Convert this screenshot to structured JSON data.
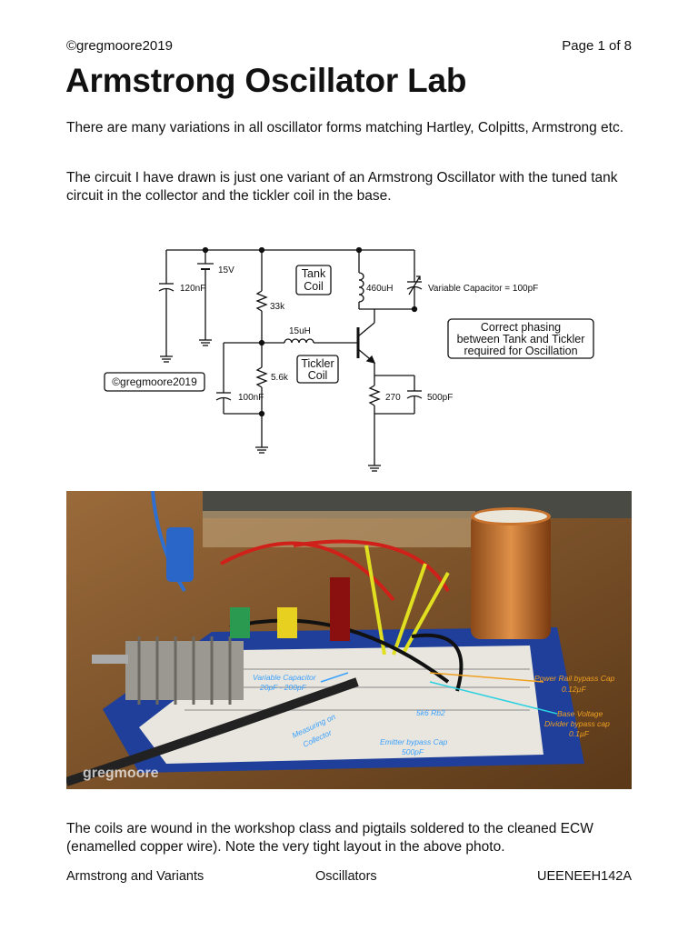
{
  "header": {
    "copyright": "©gregmoore2019",
    "page": "Page 1 of 8"
  },
  "title": "Armstrong Oscillator Lab",
  "intro": {
    "p1": "There are many variations in all oscillator forms matching Hartley, Colpitts, Armstrong etc.",
    "p2": "The circuit I have drawn is just one variant of an Armstrong Oscillator with the tuned tank circuit in the collector and the tickler coil in the base."
  },
  "schematic": {
    "supply": "15V",
    "c_supply": "120nF",
    "r_top": "33k",
    "r_bottom": "5.6k",
    "c_base": "100nF",
    "tickler_inductance": "15uH",
    "tank_inductance": "460uH",
    "variable_cap": "Variable Capacitor = 100pF",
    "r_emitter": "270",
    "c_emitter": "500pF",
    "tank_label": [
      "Tank",
      "Coil"
    ],
    "tickler_label": [
      "Tickler",
      "Coil"
    ],
    "note": [
      "Correct phasing",
      "between Tank and Tickler",
      "required for Oscillation"
    ],
    "copyright": "©gregmoore2019"
  },
  "photo": {
    "labels": {
      "var_cap": [
        "Variable Capacitor",
        "20pF - 200pF"
      ],
      "measuring": [
        "Measuring on",
        "Collector"
      ],
      "emitter_cap": [
        "Emitter bypass Cap",
        "500pF"
      ],
      "r5k6": "5k6 Rb2",
      "power_cap": [
        "Power Rail bypass Cap",
        "0.12µF"
      ],
      "divider_cap": [
        "Base Voltage",
        "Divider bypass cap",
        "0.1µF"
      ],
      "watermark": "gregmoore"
    },
    "colors": {
      "board": "#1f3f9a",
      "wood": "#8a5a2e",
      "copper": "#c8742e",
      "annotation": "#f0a020",
      "annotation_blue": "#3aa0ff"
    }
  },
  "body_text": "The coils are wound in the workshop class and pigtails soldered to the cleaned ECW (enamelled copper wire).  Note the very tight layout in the above photo.",
  "footer": {
    "left": "Armstrong and Variants",
    "center": "Oscillators",
    "right": "UEENEEH142A"
  }
}
